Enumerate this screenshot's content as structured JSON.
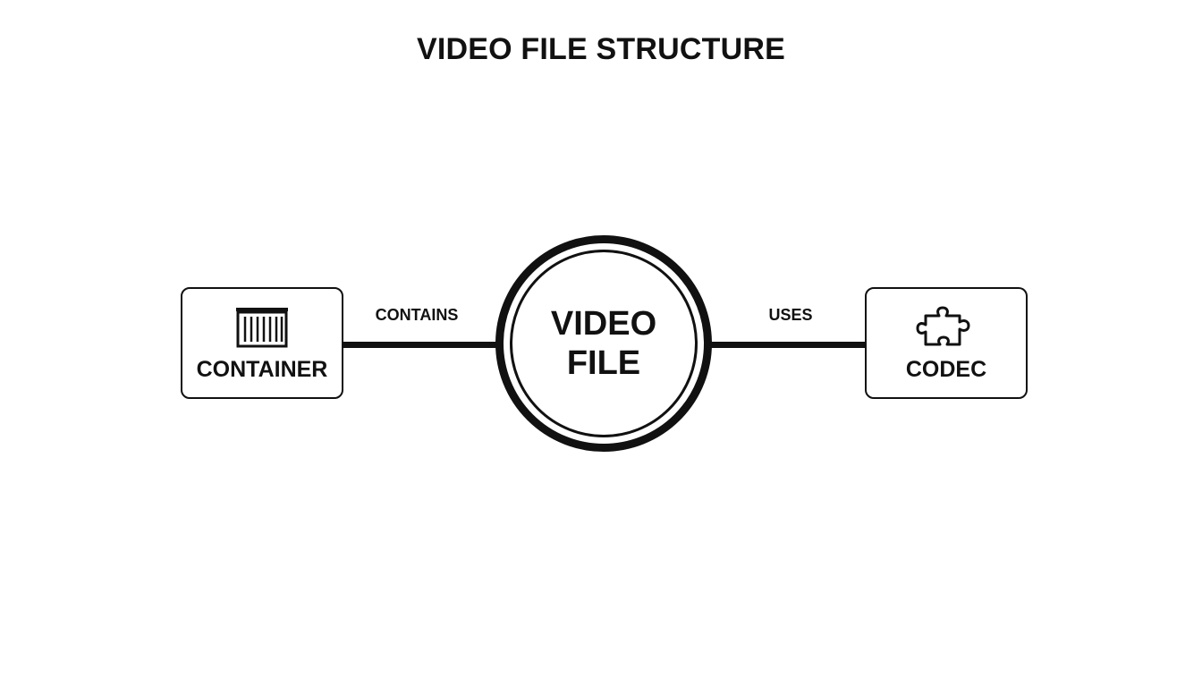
{
  "diagram": {
    "title": "VIDEO FILE STRUCTURE",
    "center": {
      "line1": "VIDEO",
      "line2": "FILE"
    },
    "nodes": {
      "container": {
        "label": "CONTAINER",
        "icon": "container-icon"
      },
      "codec": {
        "label": "CODEC",
        "icon": "puzzle-piece-icon"
      }
    },
    "edges": {
      "contains": "CONTAINS",
      "uses": "USES"
    },
    "colors": {
      "stroke": "#111111",
      "background": "#ffffff"
    }
  }
}
